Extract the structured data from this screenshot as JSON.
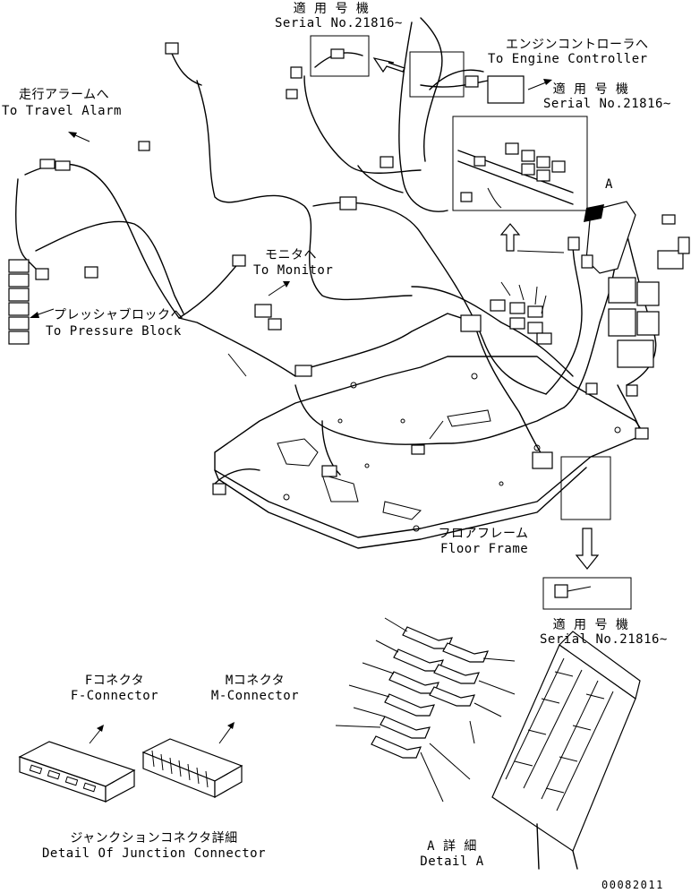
{
  "labels": {
    "serial_top": {
      "jp": "適 用 号 機",
      "en": "Serial No.21816~"
    },
    "engine_controller": {
      "jp": "エンジンコントローラへ",
      "en": "To Engine Controller"
    },
    "serial_engine": {
      "jp": "適 用 号 機",
      "en": "Serial No.21816~"
    },
    "travel_alarm": {
      "jp": "走行アラームへ",
      "en": "To Travel Alarm"
    },
    "monitor": {
      "jp": "モニタへ",
      "en": "To Monitor"
    },
    "pressure_block": {
      "jp": "プレッシャブロックへ",
      "en": "To Pressure Block"
    },
    "floor_frame": {
      "jp": "フロアフレーム",
      "en": "Floor Frame"
    },
    "serial_floor": {
      "jp": "適 用 号 機",
      "en": "Serial No.21816~"
    },
    "f_connector": {
      "jp": "Fコネクタ",
      "en": "F-Connector"
    },
    "m_connector": {
      "jp": "Mコネクタ",
      "en": "M-Connector"
    },
    "junction_detail": {
      "jp": "ジャンクションコネクタ詳細",
      "en": "Detail Of Junction Connector"
    },
    "detail_a": {
      "jp": "A 詳 細",
      "en": "Detail A"
    },
    "callout_a": "A",
    "drawing_number": "00082011"
  },
  "icons": [
    "wire-harness",
    "floor-frame-plate",
    "junction-box",
    "f-connector",
    "m-connector",
    "detail-arrow"
  ]
}
